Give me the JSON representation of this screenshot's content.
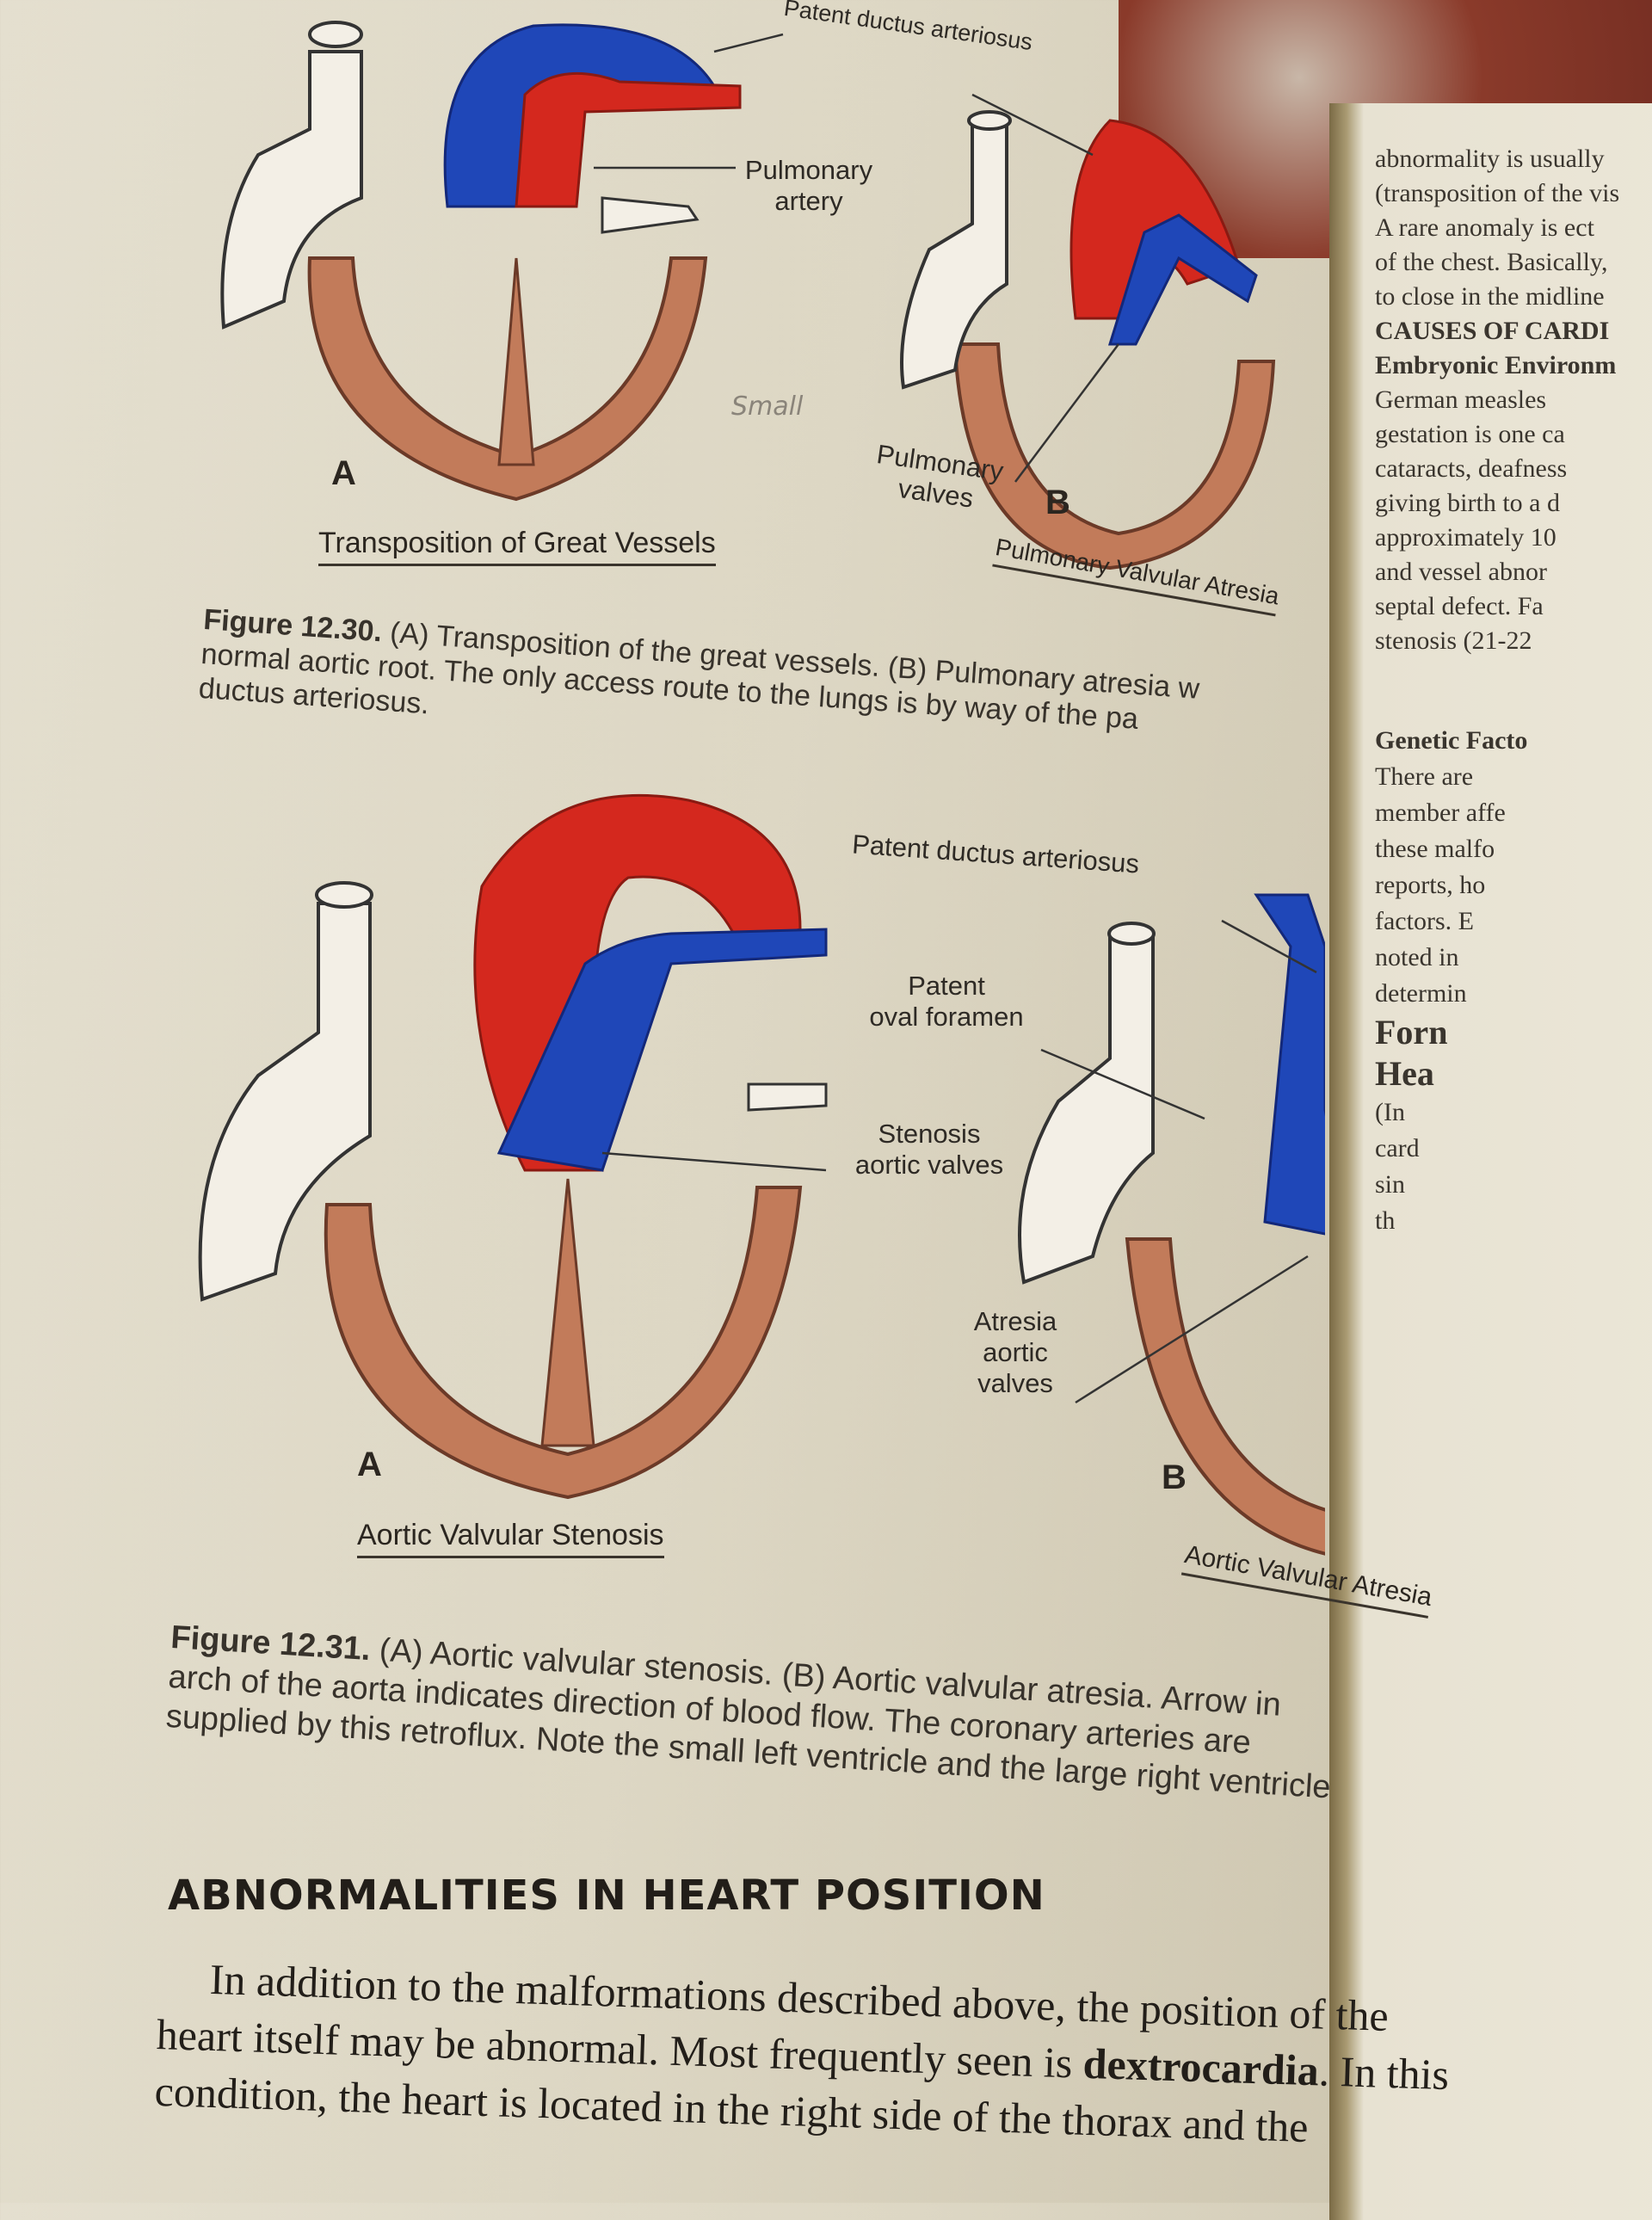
{
  "figure_12_30": {
    "labels": {
      "patent_ductus": "Patent ductus arteriosus",
      "pulmonary_artery": "Pulmonary artery",
      "pulmonary_valves": "Pulmonary valves",
      "letter_a": "A",
      "letter_b": "B"
    },
    "title_a": "Transposition of Great Vessels",
    "title_b": "Pulmonary Valvular Atresia",
    "handwritten_note": "Small",
    "caption": {
      "number": "Figure 12.30.",
      "line1": "(A) Transposition of the great vessels. (B) Pulmonary atresia w",
      "line2": "normal aortic root. The only access route to the lungs is by way of the pa",
      "line3": "ductus arteriosus."
    }
  },
  "figure_12_31": {
    "labels": {
      "patent_ductus": "Patent ductus arteriosus",
      "patent_oval_foramen_1": "Patent",
      "patent_oval_foramen_2": "oval foramen",
      "stenosis_1": "Stenosis",
      "stenosis_2": "aortic valves",
      "atresia_1": "Atresia",
      "atresia_2": "aortic",
      "atresia_3": "valves",
      "letter_a": "A",
      "letter_b": "B"
    },
    "title_a": "Aortic Valvular Stenosis",
    "title_b": "Aortic Valvular Atresia",
    "caption": {
      "number": "Figure 12.31.",
      "line1": "(A) Aortic valvular stenosis. (B) Aortic valvular atresia. Arrow in",
      "line2": "arch of the aorta indicates direction of blood flow. The coronary arteries are",
      "line3": "supplied by this retroflux. Note the small left ventricle and the large right ventricle"
    }
  },
  "section": {
    "heading": "ABNORMALITIES IN HEART POSITION",
    "line1": "In addition to the malformations described above, the position of the",
    "line2_pre": "heart itself may be abnormal. Most frequently seen is ",
    "line2_bold": "dextrocardia",
    "line2_post": ". In this",
    "line3": "condition, the heart is located in the right side of the thorax and the"
  },
  "right_page": {
    "lines_top": [
      "abnormality is usually",
      "(transposition of the vis",
      "A rare anomaly is ect",
      "of the chest. Basically,",
      "to close in the midline"
    ],
    "heading": "CAUSES OF CARDI",
    "subheading": "Embryonic Environm",
    "lines_mid": [
      "German measles",
      "gestation is one ca",
      "cataracts, deafness",
      "giving birth to a d",
      "approximately 10",
      "and vessel abnor",
      "septal defect. Fa",
      "stenosis (21-22"
    ],
    "subheading2": "Genetic Facto",
    "lines_low": [
      "There are",
      "member affe",
      "these malfo",
      "reports, ho",
      "factors. E",
      "noted in",
      "determin",
      "",
      "Forn",
      "Hea",
      "(In",
      "card",
      "sin",
      "th"
    ]
  },
  "colors": {
    "artery_red": "#d4281e",
    "vein_blue": "#1f47b8",
    "muscle": "#c27b5a"
  }
}
